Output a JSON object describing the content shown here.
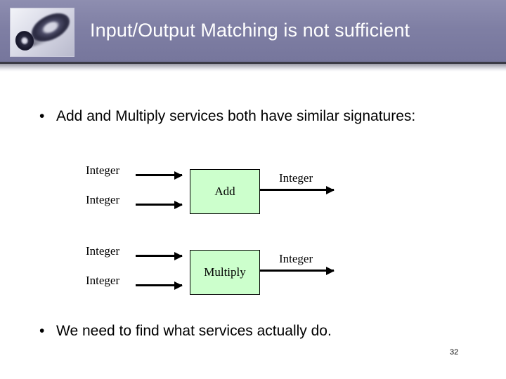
{
  "header": {
    "title": "Input/Output Matching is not sufficient",
    "logo_icon": "torus-logo-icon",
    "band_color": "#7f7fa4",
    "title_color": "#ffffff"
  },
  "body": {
    "bullets": [
      {
        "marker": "•",
        "text": "Add and Multiply services both have similar signatures:"
      },
      {
        "marker": "•",
        "text": "We need to find what services actually do."
      }
    ]
  },
  "diagrams": [
    {
      "name": "add-service",
      "service_label": "Add",
      "box_fill": "#ccffcc",
      "box_border": "#000000",
      "inputs": [
        {
          "label": "Integer"
        },
        {
          "label": "Integer"
        }
      ],
      "output": {
        "label": "Integer"
      }
    },
    {
      "name": "multiply-service",
      "service_label": "Multiply",
      "box_fill": "#ccffcc",
      "box_border": "#000000",
      "inputs": [
        {
          "label": "Integer"
        },
        {
          "label": "Integer"
        }
      ],
      "output": {
        "label": "Integer"
      }
    }
  ],
  "footer": {
    "page_number": "32"
  }
}
